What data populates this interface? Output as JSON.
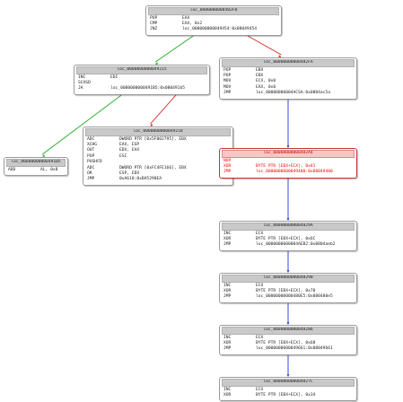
{
  "colors": {
    "edge_true": "#22aa22",
    "edge_false": "#dd2222",
    "edge_uncond": "#2233dd",
    "highlight": "#ff0000"
  },
  "blocks": [
    {
      "id": "b_48f0",
      "label": "loc_0000000000482F0",
      "highlight": false,
      "rows": [
        {
          "m": "POP",
          "o": "EAX"
        },
        {
          "m": "CMP",
          "o": "EAX, 0x2"
        },
        {
          "m": "JNZ",
          "o": "loc_000000000049454:0x08049454"
        }
      ]
    },
    {
      "id": "b_49215",
      "label": "loc_0000000000049215",
      "highlight": false,
      "rows": [
        {
          "m": "INC",
          "o": "EDI"
        },
        {
          "m": "SCASD",
          "o": ""
        },
        {
          "m": "JA",
          "o": "loc_0000000000491B5:0x080491b5"
        }
      ]
    },
    {
      "id": "b_482fa",
      "label": "loc_00000000000482FA",
      "highlight": false,
      "rows": [
        {
          "m": "POP",
          "o": "EBX"
        },
        {
          "m": "POP",
          "o": "EBX"
        },
        {
          "m": "MOV",
          "o": "ECX, 0x0"
        },
        {
          "m": "MOV",
          "o": "EAX, 0x0"
        },
        {
          "m": "JMP",
          "o": "loc_00000000004ACSA:0x0804ac5a"
        }
      ]
    },
    {
      "id": "b_491b5",
      "label": "loc_00000000000491B5",
      "highlight": false,
      "rows": [
        {
          "m": "ADD",
          "o": "AL, 0x8"
        }
      ]
    },
    {
      "id": "b_49218",
      "label": "loc_0000000000049218",
      "highlight": false,
      "rows": [
        {
          "m": "ADC",
          "o": "DWORD PTR [0x5F002795], EBX"
        },
        {
          "m": "XCHG",
          "o": "EAX, ESP"
        },
        {
          "m": "OUT",
          "o": "EDX, EAX"
        },
        {
          "m": "POP",
          "o": "ESI"
        },
        {
          "m": "PUSHFD",
          "o": ""
        },
        {
          "m": "ADC",
          "o": "DWORD PTR [0xFC4FE166], EBX"
        },
        {
          "m": "OR",
          "o": "ESP, EDX"
        },
        {
          "m": "JMP",
          "o": "0xA618:0xBA5290EA"
        }
      ]
    },
    {
      "id": "b_482a4",
      "label": "loc_00000000000482A4",
      "highlight": true,
      "rows": [
        {
          "m": "NOP",
          "o": ""
        },
        {
          "m": "XOR",
          "o": "BYTE PTR [EBX+ECX], 0x41"
        },
        {
          "m": "JMP",
          "o": "loc_0000000000049480:0x08049480"
        }
      ]
    },
    {
      "id": "b_4829a",
      "label": "loc_000000000004829A",
      "highlight": false,
      "rows": [
        {
          "m": "INC",
          "o": "ECX"
        },
        {
          "m": "XOR",
          "o": "BYTE PTR [EBX+ECX], 0x6C"
        },
        {
          "m": "JMP",
          "o": "loc_0000000000004AEB2:0x0804aeb2"
        }
      ]
    },
    {
      "id": "b_48290",
      "label": "loc_0000000000048290",
      "highlight": false,
      "rows": [
        {
          "m": "INC",
          "o": "ECX"
        },
        {
          "m": "XOR",
          "o": "BYTE PTR [EBX+ECX], 0x70"
        },
        {
          "m": "JMP",
          "o": "loc_00000000000480E5:0x080480e5"
        }
      ]
    },
    {
      "id": "b_48286",
      "label": "loc_0000000000048286",
      "highlight": false,
      "rows": [
        {
          "m": "INC",
          "o": "ECX"
        },
        {
          "m": "XOR",
          "o": "BYTE PTR [EBX+ECX], 0x68"
        },
        {
          "m": "JMP",
          "o": "loc_0000000000049661:0x08049661"
        }
      ]
    },
    {
      "id": "b_4827c",
      "label": "loc_000000000004827C",
      "highlight": false,
      "rows": [
        {
          "m": "INC",
          "o": "ECX"
        },
        {
          "m": "XOR",
          "o": "BYTE PTR [EBX+ECX], 0x34"
        }
      ]
    }
  ],
  "edges": [
    {
      "from": "b_48f0",
      "to": "b_49215",
      "kind": "true"
    },
    {
      "from": "b_48f0",
      "to": "b_482fa",
      "kind": "false"
    },
    {
      "from": "b_49215",
      "to": "b_491b5",
      "kind": "true"
    },
    {
      "from": "b_49215",
      "to": "b_49218",
      "kind": "false"
    },
    {
      "from": "b_482fa",
      "to": "b_482a4",
      "kind": "uncond"
    },
    {
      "from": "b_482a4",
      "to": "b_4829a",
      "kind": "uncond"
    },
    {
      "from": "b_4829a",
      "to": "b_48290",
      "kind": "uncond"
    },
    {
      "from": "b_48290",
      "to": "b_48286",
      "kind": "uncond"
    },
    {
      "from": "b_48286",
      "to": "b_4827c",
      "kind": "uncond"
    }
  ]
}
